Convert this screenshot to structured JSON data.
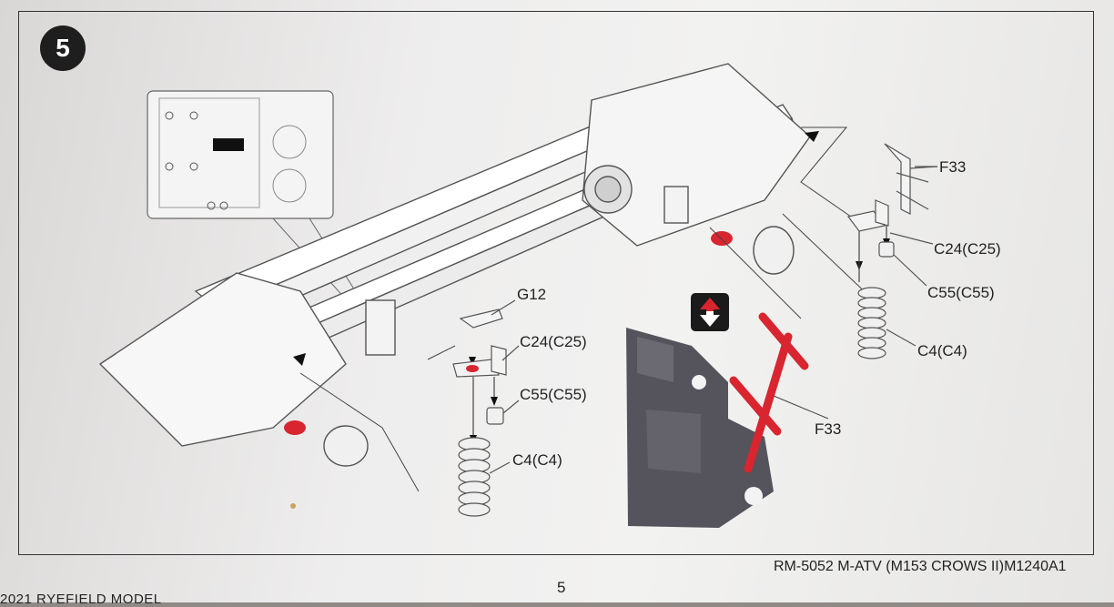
{
  "step": {
    "number": "5"
  },
  "callouts": {
    "g12": "G12",
    "c24_left": "C24(C25)",
    "c55_left": "C55(C55)",
    "c4_left": "C4(C4)",
    "f33_top": "F33",
    "c24_right": "C24(C25)",
    "c55_right": "C55(C55)",
    "c4_right": "C4(C4)",
    "f33_detail": "F33"
  },
  "footer": {
    "model_code": "RM-5052  M-ATV (M153 CROWS II)M1240A1",
    "page_number": "5",
    "copyright": "2021 RYEFIELD MODEL"
  },
  "icons": {
    "badge": "step-number-badge",
    "remove": "up-down-arrow-icon"
  },
  "colors": {
    "highlight_red": "#d8252f",
    "frame": "#333333",
    "detail_gray": "#55535b"
  }
}
